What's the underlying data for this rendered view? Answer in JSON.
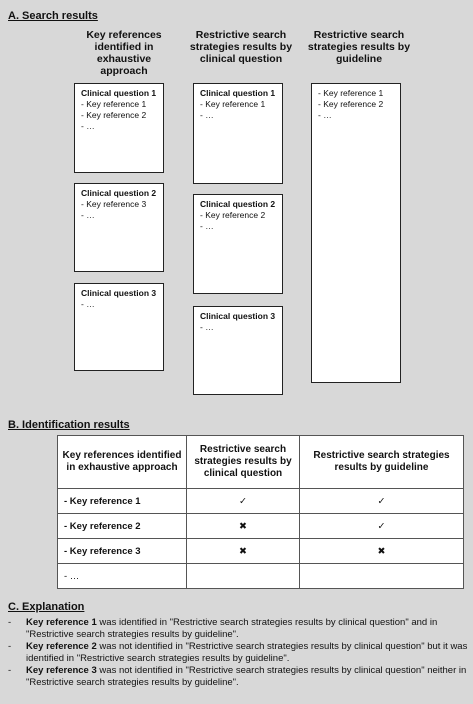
{
  "section_a": {
    "title": "A. Search results",
    "headers": [
      "Key references identified in exhaustive approach",
      "Restrictive search strategies results by clinical question",
      "Restrictive search strategies results by guideline"
    ],
    "exhaustive": [
      {
        "question": "Clinical question 1",
        "items": [
          "- Key reference 1",
          "- Key reference 2",
          "- …"
        ]
      },
      {
        "question": "Clinical question 2",
        "items": [
          "- Key reference 3",
          "- …"
        ]
      },
      {
        "question": "Clinical question 3",
        "items": [
          "- …"
        ]
      }
    ],
    "by_question": [
      {
        "question": "Clinical question 1",
        "items": [
          "- Key reference 1",
          "- …"
        ]
      },
      {
        "question": "Clinical question 2",
        "items": [
          "- Key reference 2",
          "- …"
        ]
      },
      {
        "question": "Clinical question 3",
        "items": [
          "- …"
        ]
      }
    ],
    "by_guideline": {
      "items": [
        "- Key reference 1",
        "- Key reference 2",
        "- …"
      ]
    }
  },
  "section_b": {
    "title": "B. Identification results",
    "headers": [
      "Key references identified in exhaustive approach",
      "Restrictive search strategies results by clinical question",
      "Restrictive search strategies results by guideline"
    ],
    "rows": [
      {
        "label": "- Key reference 1",
        "by_question": "✓",
        "by_guideline": "✓"
      },
      {
        "label": "- Key reference 2",
        "by_question": "✖",
        "by_guideline": "✓"
      },
      {
        "label": "- Key reference 3",
        "by_question": "✖",
        "by_guideline": "✖"
      },
      {
        "label": "- …",
        "by_question": "",
        "by_guideline": ""
      }
    ]
  },
  "section_c": {
    "title": "C. Explanation",
    "items": [
      {
        "bold": "Key reference 1",
        "text": " was identified in \"Restrictive search strategies results by clinical question\" and in \"Restrictive search strategies results by guideline\"."
      },
      {
        "bold": "Key reference 2",
        "text": " was not identified in \"Restrictive search strategies results by clinical question\" but it was identified in \"Restrictive search strategies results by guideline\"."
      },
      {
        "bold": "Key reference 3",
        "text": " was not identified in \"Restrictive search strategies results by clinical question\" neither in \"Restrictive search strategies results by guideline\"."
      }
    ]
  }
}
